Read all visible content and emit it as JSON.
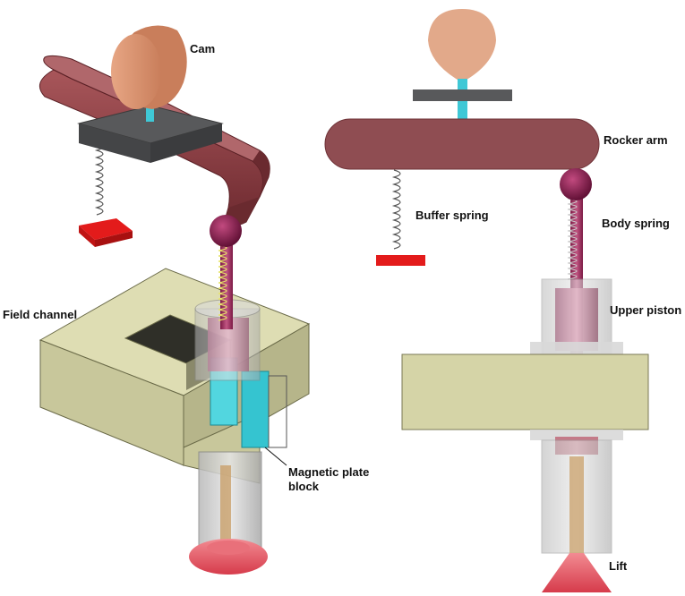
{
  "labels": {
    "cam": "Cam",
    "rocker_arm": "Rocker arm",
    "buffer_spring": "Buffer spring",
    "body_spring": "Body spring",
    "field_channel": "Field channel",
    "upper_piston": "Upper piston",
    "magnetic_plate_line1": "Magnetic plate",
    "magnetic_plate_line2": "block",
    "lift": "Lift"
  },
  "colors": {
    "cam": "#d9916c",
    "rocker_arm": "#8c3a3f",
    "plate": "#58595b",
    "spring": "#555555",
    "stopper": "#e31b1b",
    "ball": "#7a1242",
    "rod": "#a8345f",
    "field_channel": "#d5d4a7",
    "cylinder": "#c9c9c9",
    "magnet": "#35c4d0",
    "valve_head": "#e95763",
    "shaft": "#3fc8d6"
  }
}
